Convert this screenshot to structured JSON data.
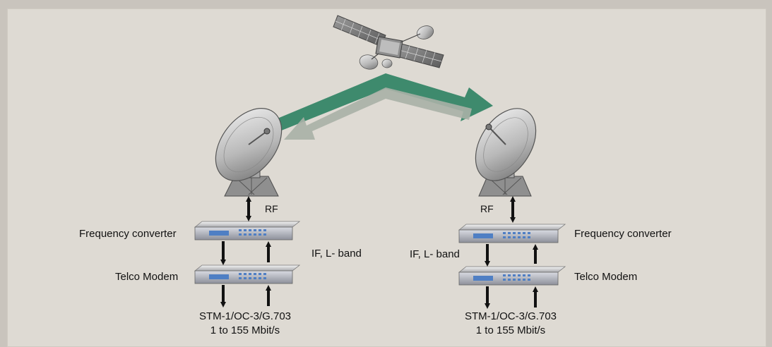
{
  "left": {
    "rf": "RF",
    "frequency_converter": "Frequency converter",
    "if_band": "IF, L- band",
    "telco_modem": "Telco Modem",
    "interface": "STM-1/OC-3/G.703",
    "rate": "1 to 155 Mbit/s"
  },
  "right": {
    "rf": "RF",
    "frequency_converter": "Frequency converter",
    "if_band": "IF, L- band",
    "telco_modem": "Telco Modem",
    "interface": "STM-1/OC-3/G.703",
    "rate": "1 to 155 Mbit/s"
  },
  "colors": {
    "uplink_arrow": "#3e8a6d",
    "downlink_arrow": "#a8b0a6",
    "background": "#dedad3",
    "device_blue": "#4f7fc4"
  }
}
